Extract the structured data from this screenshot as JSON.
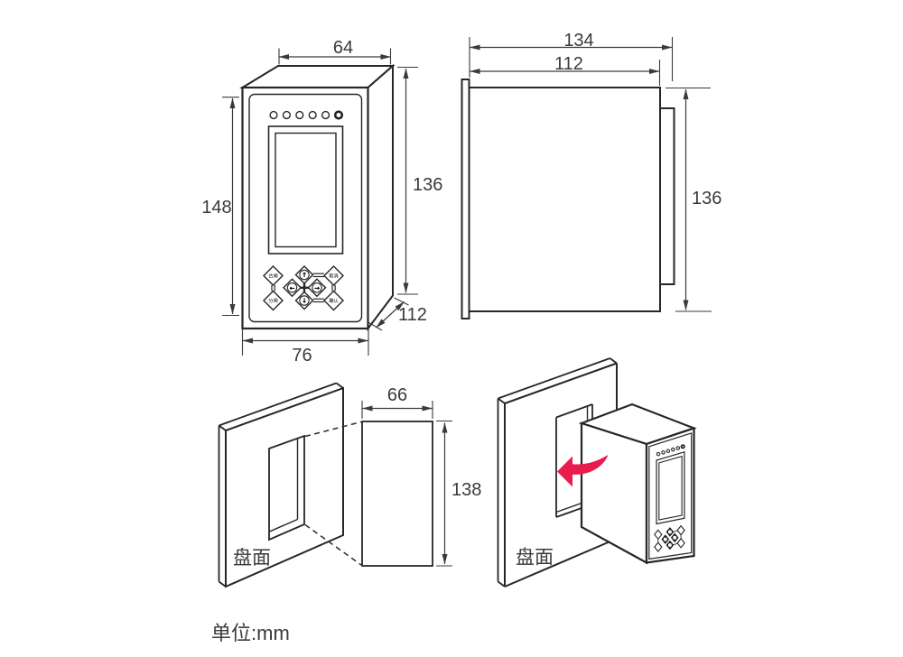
{
  "unit_note": "单位:mm",
  "colors": {
    "line": "#262626",
    "dim": "#3a3a3a",
    "arrow_red": "#e81d4c"
  },
  "front_view": {
    "dim_top_width": "64",
    "dim_left_height": "148",
    "dim_right_height": "136",
    "dim_depth": "112",
    "dim_bottom_width": "76",
    "led_count": 6,
    "keypad": {
      "close_label": "合闸",
      "open_label": "分闸",
      "cancel_label": "取消",
      "confirm_label": "确认",
      "up_char": "↑",
      "left_char": "←",
      "right_char": "→",
      "down_char": "↓"
    }
  },
  "side_view": {
    "dim_total_depth": "134",
    "dim_body_depth": "112",
    "dim_height": "136"
  },
  "cutout_view": {
    "dim_width": "66",
    "dim_height": "138",
    "panel_label": "盘面"
  },
  "install_view": {
    "panel_label": "盘面"
  }
}
